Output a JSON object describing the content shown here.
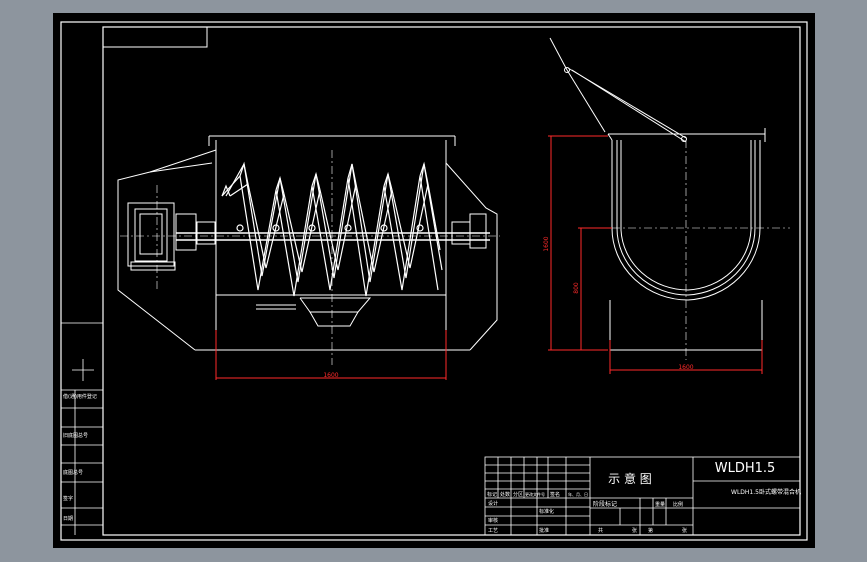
{
  "drawing": {
    "title_cn": "示 意 图",
    "model_code": "WLDH1.5",
    "model_name": "WLDH1.5卧式螺带混合机",
    "colors": {
      "background": "#000000",
      "outer_frame": "#8d959e",
      "line": "#ffffff",
      "dimension": "#ff2a2a",
      "centerline": "#ffffff"
    }
  },
  "dimensions": {
    "front_length": "1600",
    "side_width": "1600",
    "side_height": "1600",
    "side_height_inner": "800"
  },
  "title_block": {
    "revision_cols": [
      "标记",
      "处数",
      "分区",
      "更改文件号",
      "签名",
      "年、月、日"
    ],
    "rows": [
      "设计",
      "审核",
      "工艺"
    ],
    "standardize": "标准化",
    "approve": "批准",
    "stage_labels": [
      "阶段标记",
      "重量",
      "比例"
    ],
    "sheet_labels": [
      "共",
      "张",
      "第",
      "张"
    ]
  },
  "left_strip": {
    "labels": [
      "借(通)用件登记",
      "旧底图总号",
      "底图总号",
      "签字",
      "日期"
    ]
  }
}
